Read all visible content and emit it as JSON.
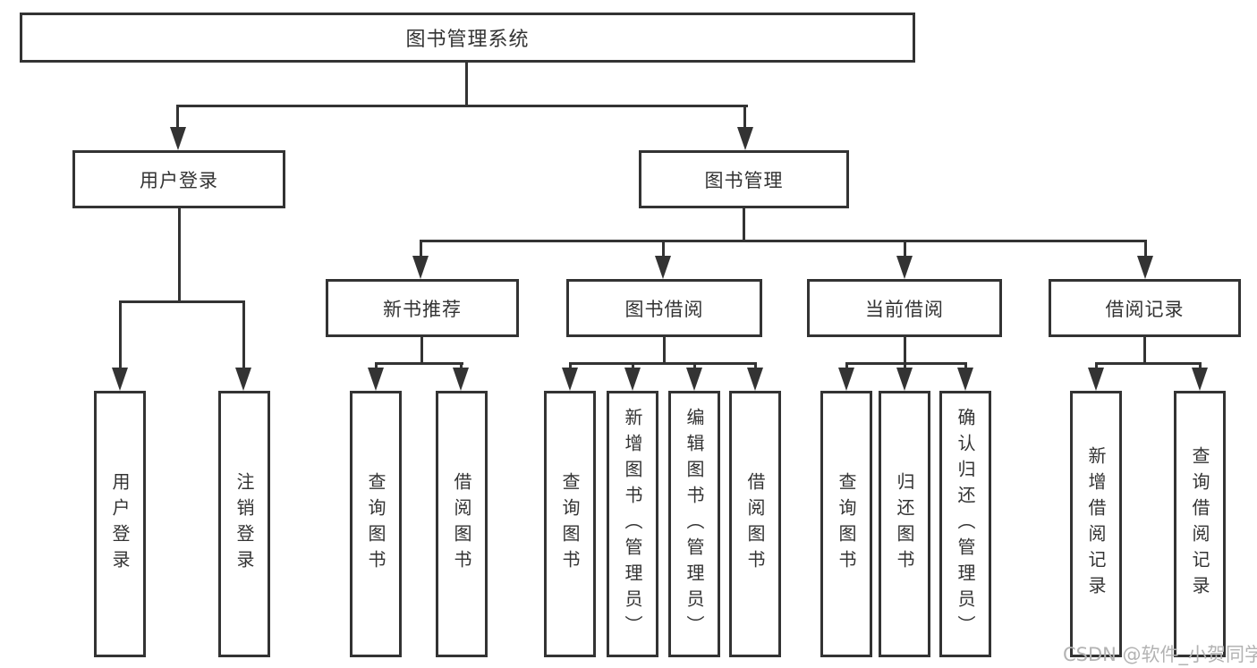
{
  "title": {
    "label": "图书管理系统"
  },
  "tree": [
    {
      "label": "用户登录",
      "children": [
        {
          "label": "用户登录"
        },
        {
          "label": "注销登录"
        }
      ]
    },
    {
      "label": "图书管理",
      "children": [
        {
          "label": "新书推荐",
          "children": [
            {
              "label": "查询图书"
            },
            {
              "label": "借阅图书"
            }
          ]
        },
        {
          "label": "图书借阅",
          "children": [
            {
              "label": "查询图书"
            },
            {
              "label": "新增图书（管理员）"
            },
            {
              "label": "编辑图书（管理员）"
            },
            {
              "label": "借阅图书"
            }
          ]
        },
        {
          "label": "当前借阅",
          "children": [
            {
              "label": "查询图书"
            },
            {
              "label": "归还图书"
            },
            {
              "label": "确认归还（管理员）"
            }
          ]
        },
        {
          "label": "借阅记录",
          "children": [
            {
              "label": "新增借阅记录"
            },
            {
              "label": "查询借阅记录"
            }
          ]
        }
      ]
    }
  ],
  "watermark": {
    "text": "CSDN @软件_小贺同学"
  },
  "colors": {
    "line": "#333333",
    "text": "#333333",
    "background": "#ffffff",
    "watermark": "#b3b3b3"
  }
}
